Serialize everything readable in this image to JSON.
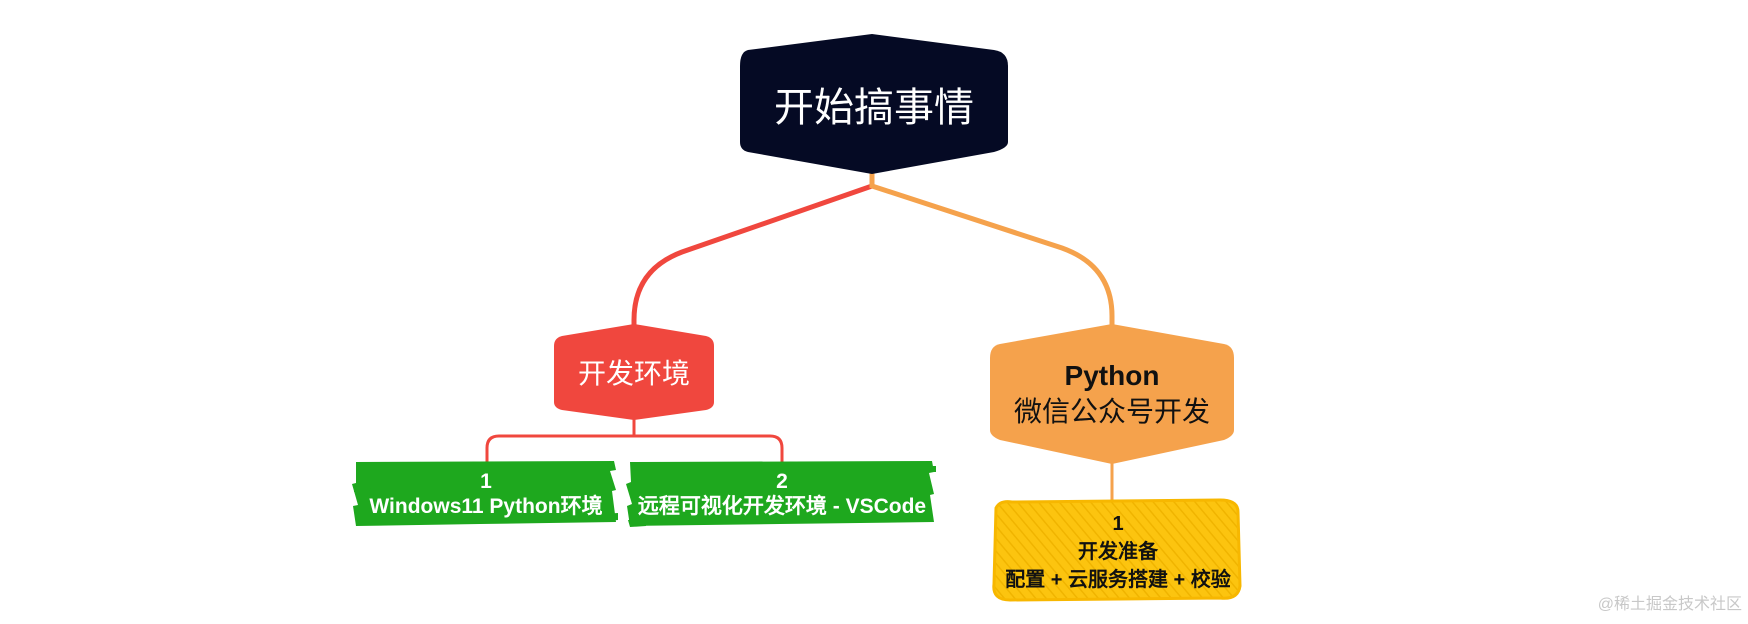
{
  "root": {
    "label": "开始搞事情",
    "color": "#050a24"
  },
  "branch_left": {
    "label": "开发环境",
    "color": "#f0473e"
  },
  "branch_right": {
    "title": "Python",
    "subtitle": "微信公众号开发",
    "color": "#f5a24c"
  },
  "left_children": [
    {
      "num": "1",
      "label": "Windows11 Python环境",
      "color": "#1ea81e"
    },
    {
      "num": "2",
      "label": "远程可视化开发环境 - VSCode",
      "color": "#1ea81e"
    }
  ],
  "right_children": [
    {
      "num": "1",
      "line1": "开发准备",
      "line2": "配置 + 云服务搭建 + 校验",
      "color": "#fcc40f"
    }
  ],
  "watermark": "@稀土掘金技术社区"
}
